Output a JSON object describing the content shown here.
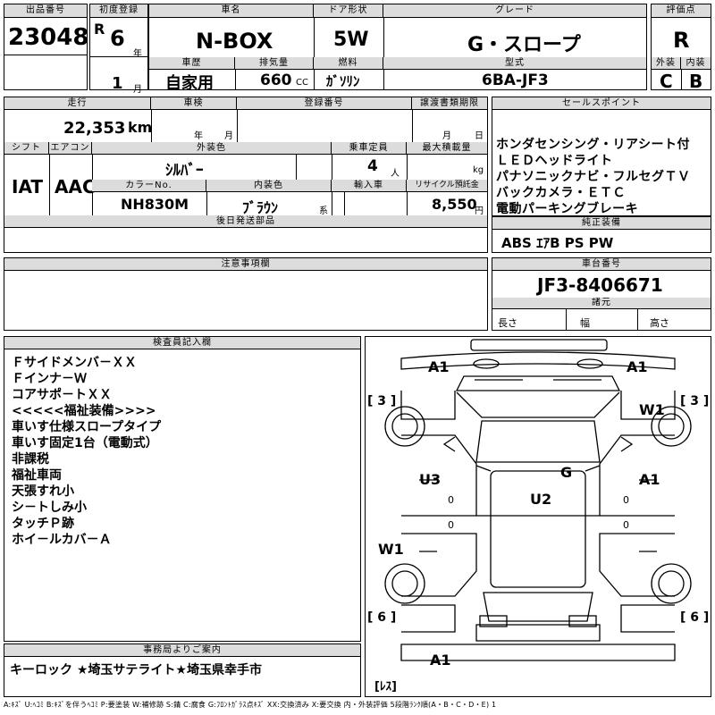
{
  "header": {
    "lot_label": "出品番号",
    "lot_no": "23048",
    "first_reg_label": "初度登録",
    "era": "R",
    "year": "6",
    "year_unit": "年",
    "month": "1",
    "month_unit": "月",
    "name_label": "車名",
    "name": "N-BOX",
    "door_label": "ドア形状",
    "door": "5W",
    "grade_label": "グレード",
    "grade": "G・スロープ",
    "score_label": "評価点",
    "score": "R",
    "history_label": "車歴",
    "history": "自家用",
    "displacement_label": "排気量",
    "displacement": "660",
    "displacement_unit": "CC",
    "fuel_label": "燃料",
    "fuel": "ｶﾞｿﾘﾝ",
    "model_label": "型式",
    "model": "6BA-JF3",
    "exterior_label": "外装",
    "exterior": "C",
    "interior_label": "内装",
    "interior": "B"
  },
  "spec": {
    "mileage_label": "走行",
    "mileage": "22,353",
    "mileage_unit": "km",
    "inspection_label": "車検",
    "year_unit": "年",
    "month_unit": "月",
    "plate_label": "登録番号",
    "transfer_label": "譲渡書類期限",
    "month_unit2": "月",
    "day_unit": "日",
    "shift_label": "シフト",
    "shift": "IAT",
    "ac_label": "エアコン",
    "ac": "AAC",
    "color_label": "外装色",
    "color": "ｼﾙﾊﾞｰ",
    "capacity_label": "乗車定員",
    "capacity": "4",
    "capacity_unit": "人",
    "load_label": "最大積載量",
    "load_unit": "kg",
    "color_no_label": "カラーNo.",
    "color_no": "NH830M",
    "int_color_label": "内装色",
    "int_color": "ﾌﾞﾗｳﾝ",
    "int_color_unit": "系",
    "import_label": "輸入車",
    "recycle_label": "リサイクル預託金",
    "recycle": "8,550",
    "recycle_unit": "円",
    "later_label": "後日発送部品"
  },
  "sales": {
    "title": "セールスポイント",
    "lines": [
      "ホンダセンシング・リアシート付",
      "ＬＥＤヘッドライト",
      "パナソニックナビ・フルセグＴＶ",
      "バックカメラ・ＥＴＣ",
      "電動パーキングブレーキ"
    ]
  },
  "equipment": {
    "title": "純正装備",
    "value": "ABS ｴｱB PS PW"
  },
  "caution": {
    "title": "注意事項欄"
  },
  "chassis": {
    "title": "車台番号",
    "value": "JF3-8406671",
    "dims_title": "諸元",
    "length": "長さ",
    "width": "幅",
    "height": "高さ"
  },
  "inspector": {
    "title": "検査員記入欄",
    "lines": [
      "Ｆサイドメンバ－ＸＸ",
      "Ｆインナ－Ｗ",
      "コアサポ－トＸＸ",
      "<<<<<福祉装備>>>>",
      "車いす仕様スロープタイプ",
      "車いす固定1台（電動式）",
      "非課税",
      "福祉車両",
      "天張すれ小",
      "シ－トしみ小",
      "タッチＰ跡",
      "ホイ－ルカバ－Ａ"
    ]
  },
  "diagram": {
    "marks": {
      "a1_tl": "A1",
      "a1_tr": "A1",
      "b3_l": "[ 3 ]",
      "b3_r": "[ 3 ]",
      "w1_r": "W1",
      "g": "G",
      "u3": "U3",
      "a1_mr": "A1",
      "u2": "U2",
      "w1_l": "W1",
      "b6_l": "[ 6 ]",
      "b6_r": "[ 6 ]",
      "a1_b": "A1",
      "res": "[ﾚｽ]",
      "z1": "0",
      "z2": "0",
      "z3": "0",
      "z4": "0"
    }
  },
  "office": {
    "title": "事務局よりご案内",
    "text": "キーロック ★埼玉サテライト★埼玉県幸手市"
  },
  "legend": "A:ｷｽﾞ U:ﾍｺﾐ B:ｷｽﾞを伴うﾍｺﾐ P:要塗装 W:補修跡 S:錆 C:腐食 G:ﾌﾛﾝﾄｶﾞﾗｽ点ｷｽﾞ XX:交換済み X:要交換 内・外装評価 5段階ﾗﾝｸ順(A・B・C・D・E) 1"
}
